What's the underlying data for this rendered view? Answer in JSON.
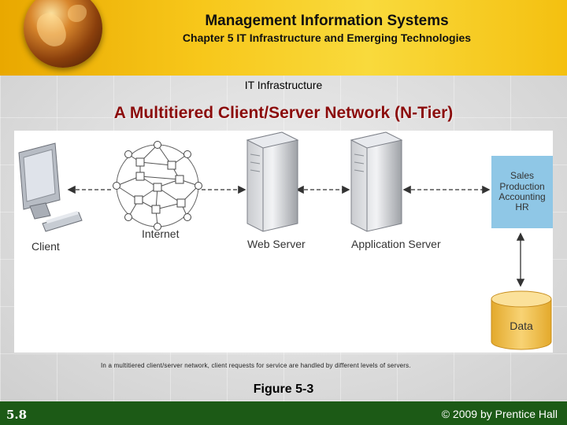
{
  "header": {
    "title": "Management Information Systems",
    "subtitle": "Chapter 5 IT Infrastructure and Emerging Technologies"
  },
  "section_label": "IT Infrastructure",
  "slide_title": "A Multitiered Client/Server Network (N-Tier)",
  "diagram": {
    "nodes": {
      "client": "Client",
      "internet": "Internet",
      "web_server": "Web Server",
      "app_server": "Application Server",
      "data": "Data"
    },
    "services": [
      "Sales",
      "Production",
      "Accounting",
      "HR"
    ]
  },
  "caption": "In a multitiered client/server network, client requests for service are handled by different levels of servers.",
  "figure_label": "Figure 5-3",
  "footer": {
    "page": "5.8",
    "copyright": "© 2009 by Prentice Hall"
  },
  "colors": {
    "header_gold": "#f7c71a",
    "title_red": "#8b0c0c",
    "footer_green": "#1c5a16",
    "service_box": "#8fc7e6",
    "data_cylinder": "#f5c451"
  }
}
